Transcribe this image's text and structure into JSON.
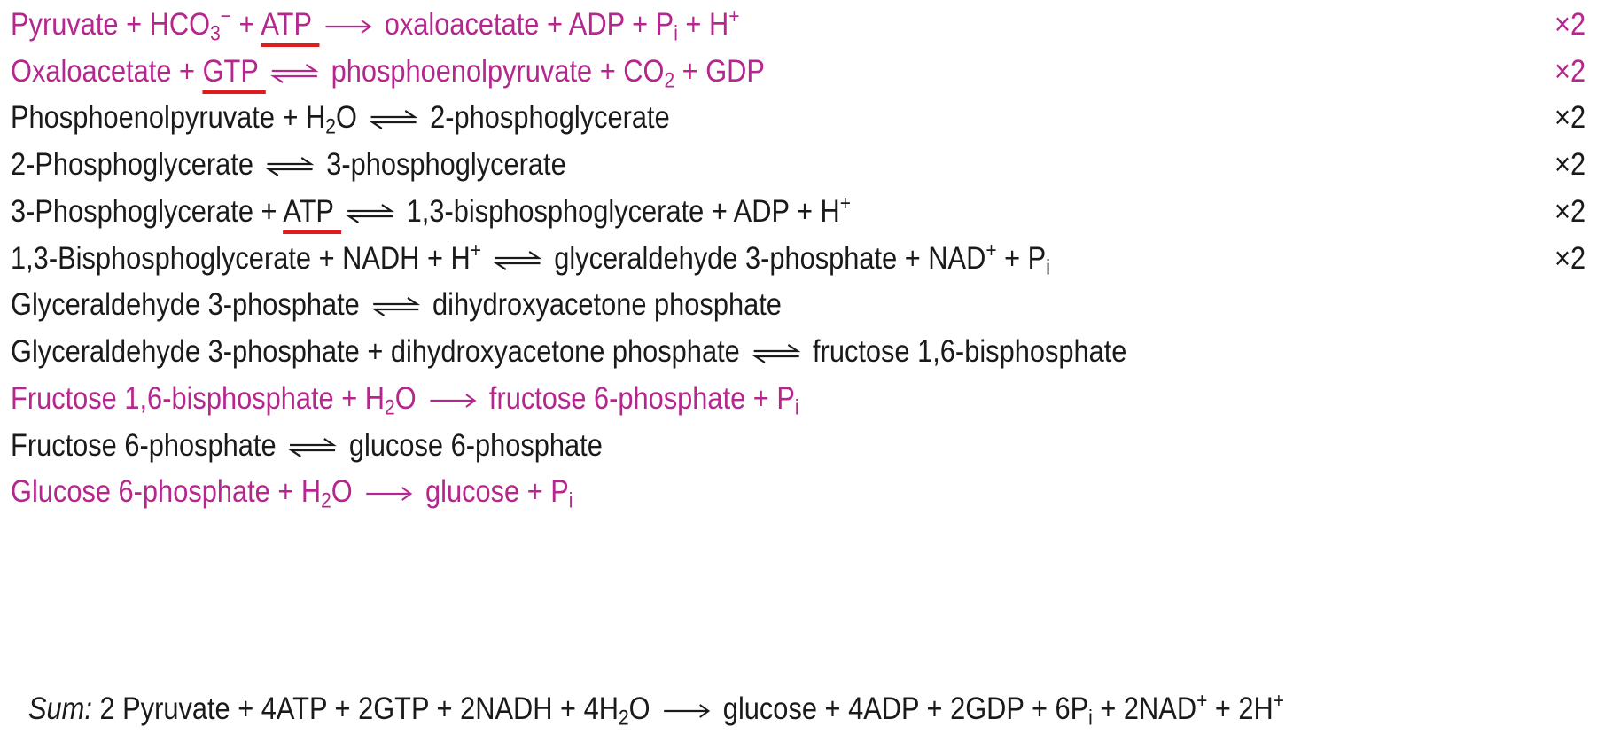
{
  "colors": {
    "pink_text": "#b5278e",
    "black_text": "#1a1a1a",
    "underline": "#e01b1b"
  },
  "equations": [
    {
      "color": "pink",
      "multiplier": "×2",
      "segments": [
        {
          "t": "Pyruvate + HCO"
        },
        {
          "t": "3",
          "s": "sub"
        },
        {
          "t": "−",
          "s": "sup"
        },
        {
          "t": " + "
        },
        {
          "t": "ATP ",
          "u": true
        },
        {
          "arrow": "irreversible"
        },
        {
          "t": " oxaloacetate + ADP + P"
        },
        {
          "t": "i",
          "s": "sub"
        },
        {
          "t": " + H"
        },
        {
          "t": "+",
          "s": "sup"
        }
      ]
    },
    {
      "color": "pink",
      "multiplier": "×2",
      "segments": [
        {
          "t": "Oxaloacetate + "
        },
        {
          "t": "GTP ",
          "u": true
        },
        {
          "arrow": "reversible"
        },
        {
          "t": " phosphoenolpyruvate + CO"
        },
        {
          "t": "2",
          "s": "sub"
        },
        {
          "t": " + GDP"
        }
      ]
    },
    {
      "color": "black",
      "multiplier": "×2",
      "segments": [
        {
          "t": "Phosphoenolpyruvate + H"
        },
        {
          "t": "2",
          "s": "sub"
        },
        {
          "t": "O "
        },
        {
          "arrow": "reversible"
        },
        {
          "t": " 2-phosphoglycerate"
        }
      ]
    },
    {
      "color": "black",
      "multiplier": "×2",
      "segments": [
        {
          "t": "2-Phosphoglycerate "
        },
        {
          "arrow": "reversible"
        },
        {
          "t": " 3-phosphoglycerate"
        }
      ]
    },
    {
      "color": "black",
      "multiplier": "×2",
      "segments": [
        {
          "t": "3-Phosphoglycerate + "
        },
        {
          "t": "ATP ",
          "u": true
        },
        {
          "arrow": "reversible"
        },
        {
          "t": " 1,3-bisphosphoglycerate + ADP + H"
        },
        {
          "t": "+",
          "s": "sup"
        }
      ]
    },
    {
      "color": "black",
      "multiplier": "×2",
      "segments": [
        {
          "t": "1,3-Bisphosphoglycerate + NADH + H"
        },
        {
          "t": "+",
          "s": "sup"
        },
        {
          "t": " "
        },
        {
          "arrow": "reversible"
        },
        {
          "t": " glyceraldehyde 3-phosphate + NAD"
        },
        {
          "t": "+",
          "s": "sup"
        },
        {
          "t": " + P"
        },
        {
          "t": "i",
          "s": "sub"
        }
      ]
    },
    {
      "color": "black",
      "multiplier": "",
      "segments": [
        {
          "t": "Glyceraldehyde 3-phosphate "
        },
        {
          "arrow": "reversible"
        },
        {
          "t": " dihydroxyacetone phosphate"
        }
      ]
    },
    {
      "color": "black",
      "multiplier": "",
      "segments": [
        {
          "t": "Glyceraldehyde 3-phosphate + dihydroxyacetone phosphate "
        },
        {
          "arrow": "reversible"
        },
        {
          "t": " fructose 1,6-bisphosphate"
        }
      ]
    },
    {
      "color": "pink",
      "multiplier": "",
      "segments": [
        {
          "t": "Fructose 1,6-bisphosphate + H"
        },
        {
          "t": "2",
          "s": "sub"
        },
        {
          "t": "O "
        },
        {
          "arrow": "irreversible"
        },
        {
          "t": " fructose 6-phosphate + P"
        },
        {
          "t": "i",
          "s": "sub"
        }
      ]
    },
    {
      "color": "black",
      "multiplier": "",
      "segments": [
        {
          "t": "Fructose 6-phosphate "
        },
        {
          "arrow": "reversible"
        },
        {
          "t": " glucose 6-phosphate"
        }
      ]
    },
    {
      "color": "pink",
      "multiplier": "",
      "segments": [
        {
          "t": "Glucose 6-phosphate + H"
        },
        {
          "t": "2",
          "s": "sub"
        },
        {
          "t": "O "
        },
        {
          "arrow": "irreversible"
        },
        {
          "t": " glucose + P"
        },
        {
          "t": "i",
          "s": "sub"
        }
      ]
    }
  ],
  "sum": {
    "segments": [
      {
        "t": "Sum:",
        "s": "it"
      },
      {
        "t": " 2 Pyruvate + 4ATP + 2GTP + 2NADH + 4H"
      },
      {
        "t": "2",
        "s": "sub"
      },
      {
        "t": "O "
      },
      {
        "arrow": "irreversible"
      },
      {
        "t": " glucose + 4ADP + 2GDP + 6P"
      },
      {
        "t": "i",
        "s": "sub"
      },
      {
        "t": " + 2NAD"
      },
      {
        "t": "+",
        "s": "sup"
      },
      {
        "t": " + 2H"
      },
      {
        "t": "+",
        "s": "sup"
      }
    ]
  }
}
